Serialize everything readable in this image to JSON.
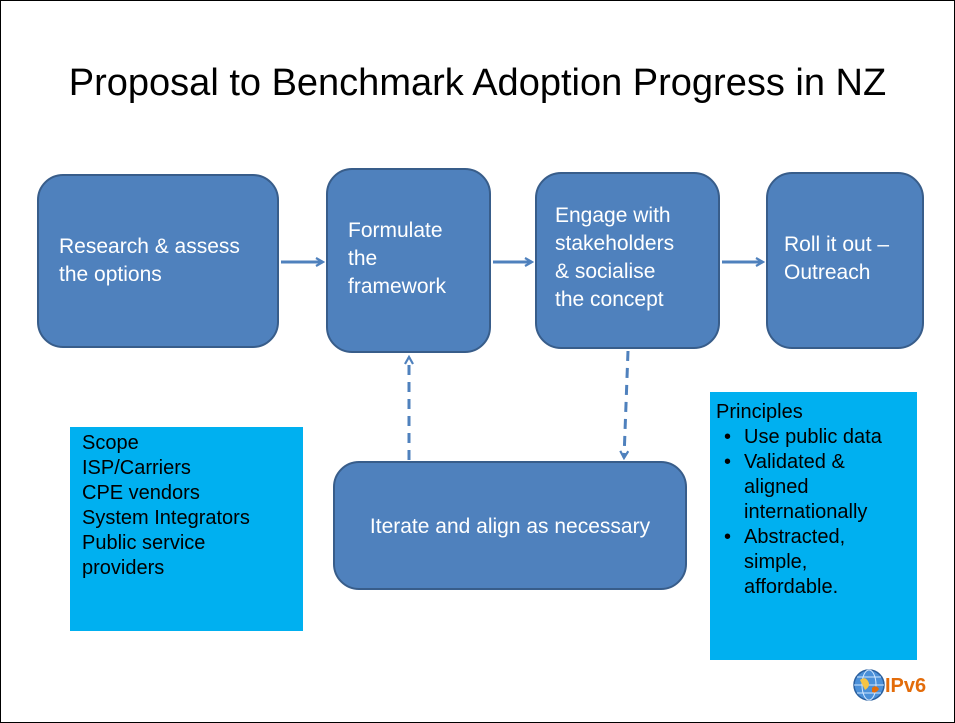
{
  "title": "Proposal to Benchmark Adoption Progress in NZ",
  "steps": [
    {
      "label_lines": [
        "Research & assess",
        "the options"
      ]
    },
    {
      "label_lines": [
        "Formulate",
        "the",
        "framework"
      ]
    },
    {
      "label_lines": [
        "Engage with",
        "stakeholders",
        "& socialise",
        "the concept"
      ]
    },
    {
      "label_lines": [
        "Roll it out –",
        "Outreach"
      ]
    }
  ],
  "iterate": "Iterate and align as necessary",
  "scope": {
    "heading": "Scope",
    "items": [
      "ISP/Carriers",
      "CPE vendors",
      "System Integrators",
      "Public service",
      "providers"
    ]
  },
  "principles": {
    "heading": "Principles",
    "bullets": [
      [
        "Use public data"
      ],
      [
        "Validated &",
        "aligned",
        "internationally"
      ],
      [
        "Abstracted,",
        "simple,",
        "affordable."
      ]
    ]
  },
  "logo": {
    "text": "IPv6",
    "icon": "globe-icon"
  },
  "colors": {
    "box_fill": "#4f81bd",
    "box_border": "#385d8a",
    "callout": "#00b0f0",
    "logo": "#e36c0a"
  }
}
